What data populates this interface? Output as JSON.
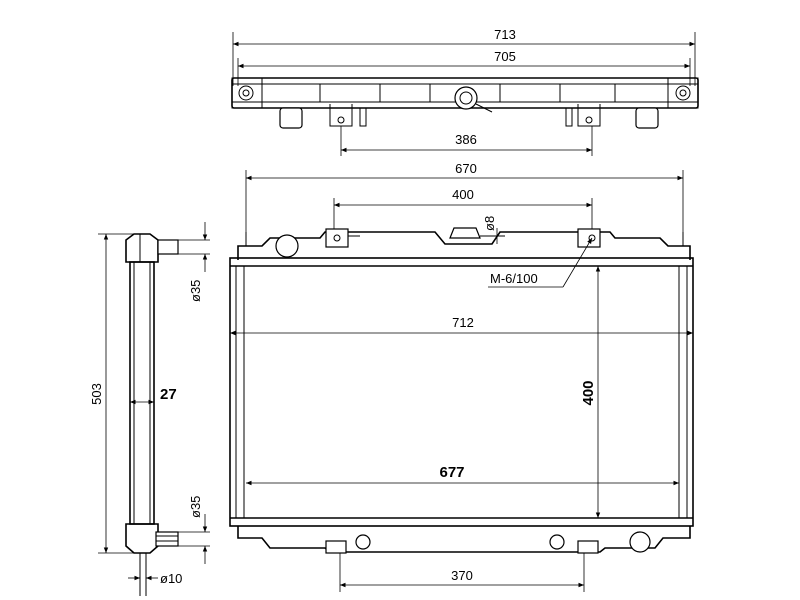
{
  "dimensions": {
    "top_overall": "713",
    "top_inner": "705",
    "top_mount": "386",
    "front_top": "670",
    "front_bracket": "400",
    "cap_dia": "ø8",
    "thread": "M-6/100",
    "core_width": "712",
    "core_height": "400",
    "core_inner": "677",
    "bottom_mount": "370",
    "side_height": "503",
    "side_depth": "27",
    "inlet_dia": "ø35",
    "outlet_dia": "ø35",
    "drain_dia": "ø10"
  }
}
